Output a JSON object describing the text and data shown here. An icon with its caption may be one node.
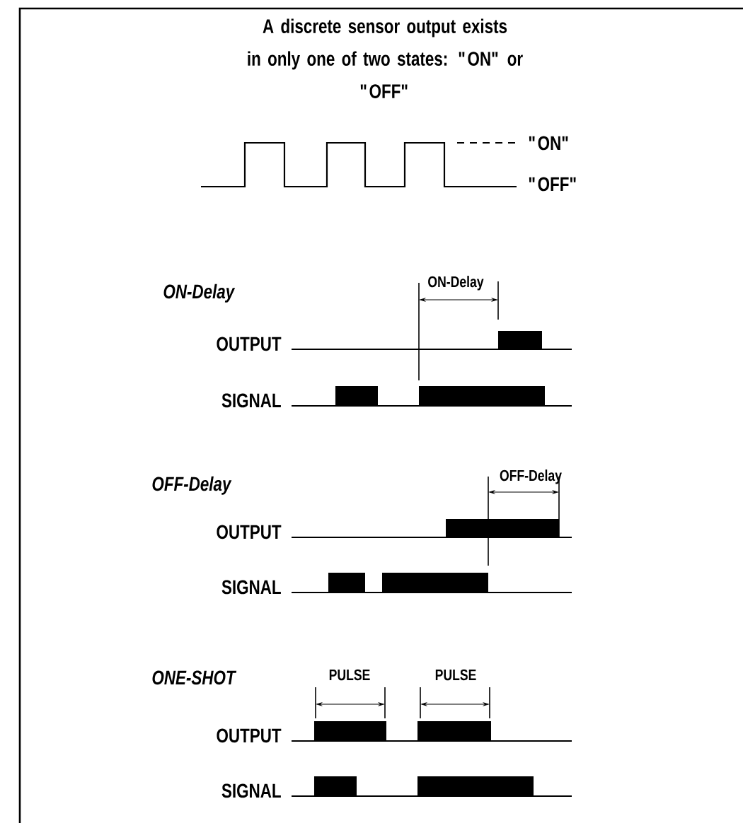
{
  "diagram": {
    "title": "A discrete sensor output exists in only one of two states: \"ON\" or \"OFF\"",
    "labels": [
      "\"ON\"",
      "\"OFF\"",
      "ON-Delay",
      "ON-Delay",
      "OUTPUT",
      "SIGNAL",
      "OFF-Delay",
      "OFF-Delay",
      "OUTPUT",
      "SIGNAL",
      "ONE-SHOT",
      "PULSE",
      "PULSE",
      "OUTPUT",
      "SIGNAL"
    ]
  }
}
